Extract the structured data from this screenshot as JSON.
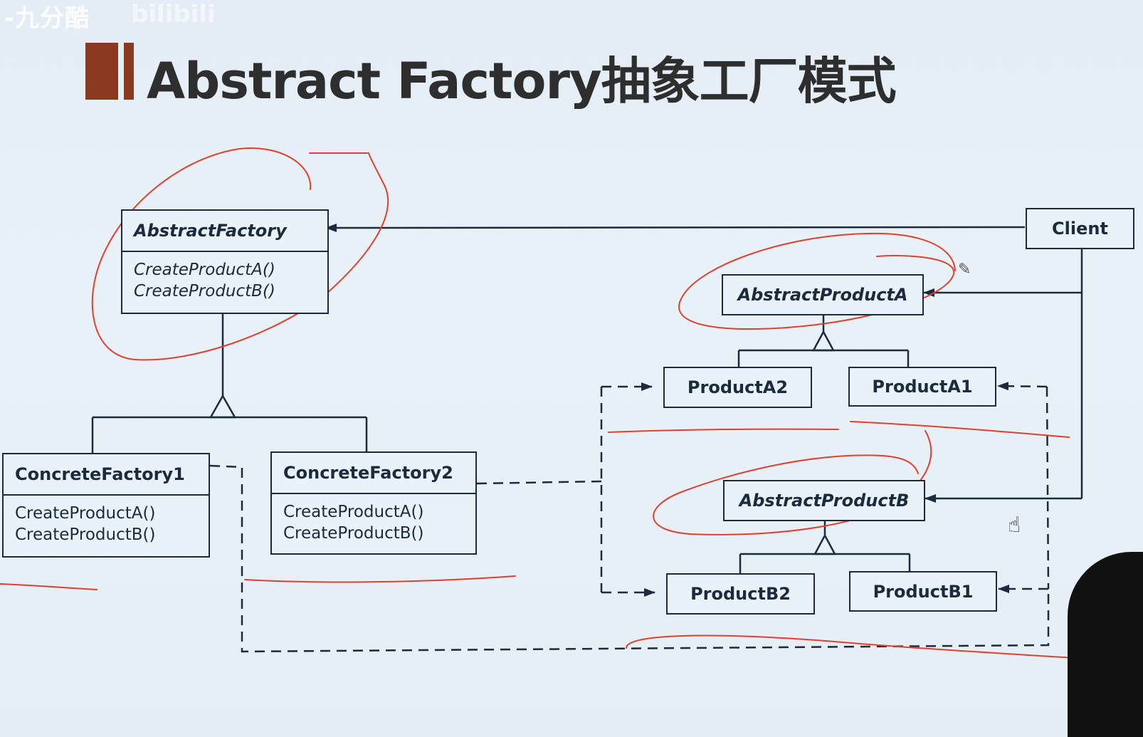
{
  "watermark": {
    "text": "-九分酷",
    "logo": "bilibili"
  },
  "title": "Abstract Factory抽象工厂模式",
  "colors": {
    "accent": "#8b3a22",
    "line": "#1c2a3e",
    "annotation": "#e0402e"
  },
  "diagram": {
    "abstract_factory": {
      "name": "AbstractFactory",
      "operations": [
        "CreateProductA()",
        "CreateProductB()"
      ]
    },
    "concrete_factory_1": {
      "name": "ConcreteFactory1",
      "operations": [
        "CreateProductA()",
        "CreateProductB()"
      ]
    },
    "concrete_factory_2": {
      "name": "ConcreteFactory2",
      "operations": [
        "CreateProductA()",
        "CreateProductB()"
      ]
    },
    "client": {
      "name": "Client"
    },
    "abstract_product_a": {
      "name": "AbstractProductA"
    },
    "product_a2": {
      "name": "ProductA2"
    },
    "product_a1": {
      "name": "ProductA1"
    },
    "abstract_product_b": {
      "name": "AbstractProductB"
    },
    "product_b2": {
      "name": "ProductB2"
    },
    "product_b1": {
      "name": "ProductB1"
    }
  },
  "icons": {
    "pen": "pen-icon",
    "cursor": "hand-cursor-icon"
  }
}
